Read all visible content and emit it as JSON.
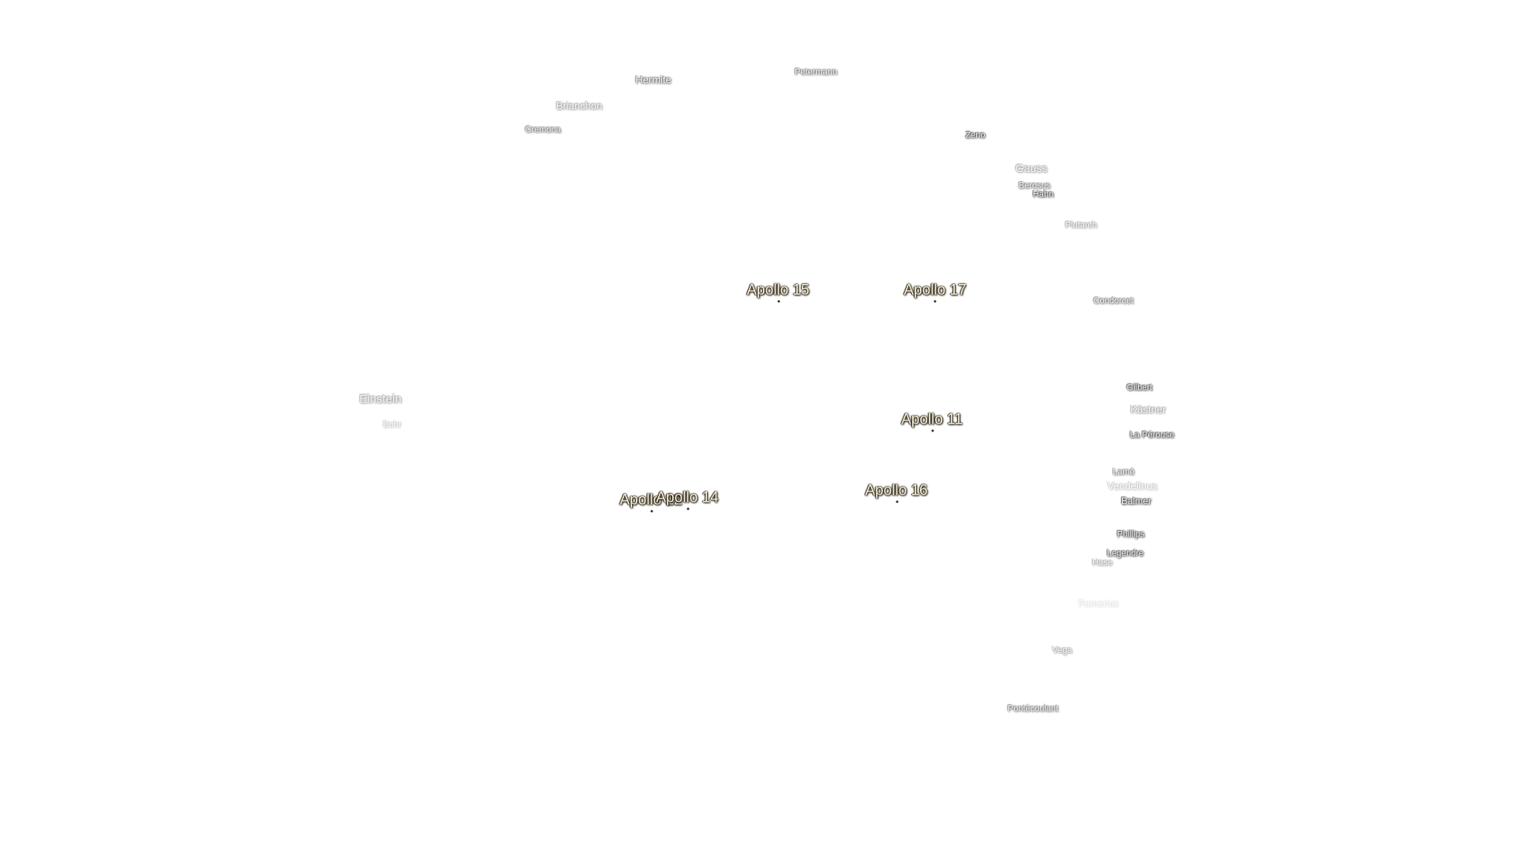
{
  "craters": [
    {
      "id": "hermite",
      "name": "Hermite",
      "level": 2
    },
    {
      "id": "petermann",
      "name": "Petermann",
      "level": 2
    },
    {
      "id": "brianchon",
      "name": "Brianchon",
      "level": 3
    },
    {
      "id": "cremona",
      "name": "Cremona",
      "level": 2
    },
    {
      "id": "zeno",
      "name": "Zeno",
      "level": 1
    },
    {
      "id": "gauss",
      "name": "Gauss",
      "level": 3
    },
    {
      "id": "berosus",
      "name": "Berosus",
      "level": 2
    },
    {
      "id": "hahn",
      "name": "Hahn",
      "level": 1
    },
    {
      "id": "plutarch",
      "name": "Plutarch",
      "level": 3
    },
    {
      "id": "condorcet",
      "name": "Condorcet",
      "level": 2
    },
    {
      "id": "einstein",
      "name": "Einstein",
      "level": 3
    },
    {
      "id": "bohr",
      "name": "Bohr",
      "level": 4
    },
    {
      "id": "gilbert",
      "name": "Gilbert",
      "level": 1
    },
    {
      "id": "kastner",
      "name": "Kästner",
      "level": 3
    },
    {
      "id": "la-perouse",
      "name": "La Pérouse",
      "level": 1
    },
    {
      "id": "lame",
      "name": "Lamé",
      "level": 2
    },
    {
      "id": "vendelinus",
      "name": "Vendelinus",
      "level": 4
    },
    {
      "id": "balmer",
      "name": "Balmer",
      "level": 1
    },
    {
      "id": "phillips",
      "name": "Phillips",
      "level": 1
    },
    {
      "id": "legendre",
      "name": "Legendre",
      "level": 1
    },
    {
      "id": "hase",
      "name": "Hase",
      "level": 3
    },
    {
      "id": "furnerius",
      "name": "Furnerius",
      "level": 5
    },
    {
      "id": "vega",
      "name": "Vega",
      "level": 3
    },
    {
      "id": "pontecoulant",
      "name": "Pontécoulant",
      "level": 2
    }
  ],
  "apollo_sites": [
    {
      "id": "apollo-15",
      "name": "Apollo 15"
    },
    {
      "id": "apollo-17",
      "name": "Apollo 17"
    },
    {
      "id": "apollo-11",
      "name": "Apollo 11"
    },
    {
      "id": "apollo-16",
      "name": "Apollo 16"
    },
    {
      "id": "apollo-12",
      "name": "Apollo 12"
    },
    {
      "id": "apollo-14",
      "name": "Apollo 14"
    }
  ]
}
